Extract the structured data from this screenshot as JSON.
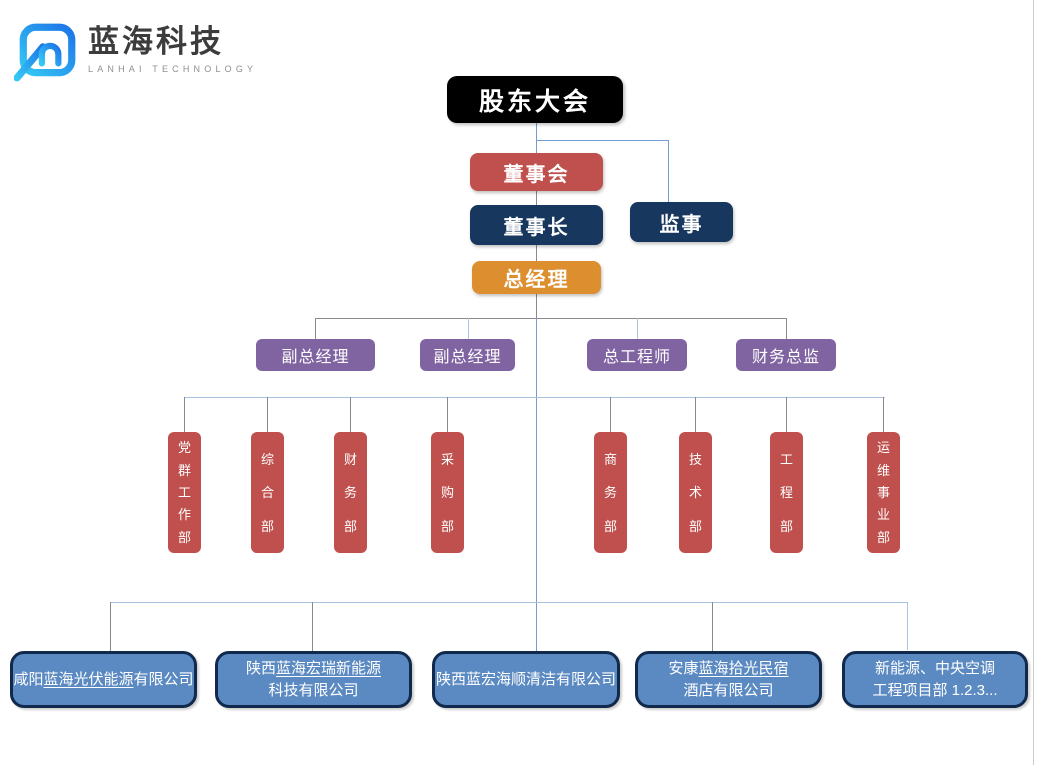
{
  "logo": {
    "name": "蓝海科技",
    "subtitle": "LANHAI TECHNOLOGY"
  },
  "org": {
    "shareholders": "股东大会",
    "board": "董事会",
    "chairman": "董事长",
    "supervisor": "监事",
    "general_manager": "总经理",
    "executives": [
      {
        "label": "副总经理"
      },
      {
        "label": "副总经理"
      },
      {
        "label": "总工程师"
      },
      {
        "label": "财务总监"
      }
    ],
    "departments": [
      {
        "label": "党群工作部"
      },
      {
        "label": "综合部"
      },
      {
        "label": "财务部"
      },
      {
        "label": "采购部"
      },
      {
        "label": "商务部"
      },
      {
        "label": "技术部"
      },
      {
        "label": "工程部"
      },
      {
        "label": "运维事业部"
      }
    ],
    "companies": [
      {
        "line1_pre": "咸阳",
        "line1_underline": "蓝海光伏能源",
        "line1_post": "有限公司",
        "line2": ""
      },
      {
        "line1_pre": "陕西",
        "line1_underline": "蓝海宏瑞新能源",
        "line1_post": "",
        "line2": "科技有限公司"
      },
      {
        "line1_pre": "",
        "line1_underline": "",
        "line1_post": "陕西蓝宏海顺清洁有限公司",
        "line2": ""
      },
      {
        "line1_pre": "安康",
        "line1_underline": "蓝海拾光民宿",
        "line1_post": "",
        "line2": "酒店有限公司"
      },
      {
        "line1_pre": "",
        "line1_underline": "",
        "line1_post": "新能源、中央空调",
        "line2": "工程项目部 1.2.3..."
      }
    ]
  },
  "colors": {
    "shareholders_box": "#000000",
    "board_box": "#c0504d",
    "chairman_box": "#17375e",
    "gm_box": "#dd8e2e",
    "executive_box": "#8064a2",
    "department_box": "#c0504d",
    "company_box_fill": "#5b8ac2",
    "company_box_border": "#10294d",
    "connector_blue": "#739dd2",
    "connector_light": "#a9c2e0",
    "connector_gray": "#8a8a8a",
    "logo_gradient_start": "#35c8f3",
    "logo_gradient_end": "#1d75e8"
  }
}
